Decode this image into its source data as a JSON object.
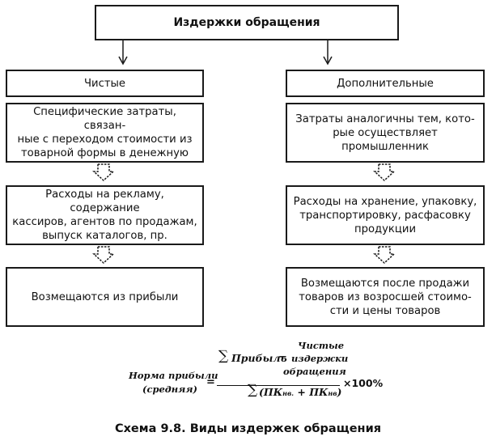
{
  "diagram": {
    "top": "Издержки обращения",
    "left": {
      "header": "Чистые",
      "boxes": [
        [
          "Специфические затраты, связан-",
          "ные с переходом стоимости из",
          "товарной формы в денежную"
        ],
        [
          "Расходы на рекламу, содержание",
          "кассиров, агентов по продажам,",
          "выпуск каталогов, пр."
        ],
        [
          "Возмещаются из прибыли"
        ]
      ]
    },
    "right": {
      "header": "Дополнительные",
      "boxes": [
        [
          "Затраты аналогичны тем, кото-",
          "рые осуществляет",
          "промышленник"
        ],
        [
          "Расходы на хранение, упаковку,",
          "транспортировку, расфасовку",
          "продукции"
        ],
        [
          "Возмещаются после продажи",
          "товаров из возросшей стоимо-",
          "сти и цены товаров"
        ]
      ]
    }
  },
  "formula": {
    "lhs_line1": "Норма прибыли",
    "lhs_line2": "(средняя)",
    "equals": "=",
    "sum_symbol": "∑",
    "profit": "Прибыль",
    "minus": "−",
    "costs_word1": "Чистые",
    "costs_word2": "издержки",
    "costs_word3": "обращения",
    "den_open": "(ПК",
    "den_sub1": "нв.",
    "plus": "+",
    "den_pk2": "ПК",
    "den_sub2": "нв",
    "den_close": ")",
    "times": "×100%"
  },
  "caption": "Схема 9.8. Виды издержек обращения"
}
